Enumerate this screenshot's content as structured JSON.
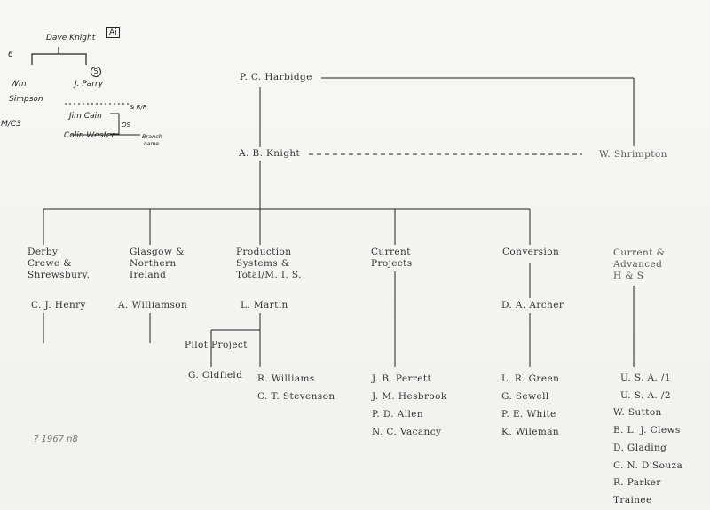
{
  "handwritten": {
    "top_name": "Dave Knight",
    "box_code": "Ai",
    "left_num": "6",
    "right_num": "5",
    "left_name_1": "Wm",
    "left_name_2": "Simpson",
    "right_name": "J. Parry",
    "margin_ref": "M/C3",
    "mid_name": "Jim Cain",
    "mid_tag": "& R/R",
    "mid_os": "OS",
    "low_name": "Colin Wester",
    "low_tag_1": "Branch",
    "low_tag_2": "name",
    "date_note": "? 1967 n8"
  },
  "top": {
    "harbidge": "P. C. Harbidge",
    "knight": "A. B. Knight",
    "shrimpton": "W. Shrimpton"
  },
  "divisions": [
    {
      "title": [
        "Derby",
        "Crewe &",
        "Shrewsbury."
      ],
      "head": "C. J. Henry"
    },
    {
      "title": [
        "Glasgow &",
        "Northern",
        "Ireland"
      ],
      "head": "A. Williamson"
    },
    {
      "title": [
        "Production",
        "Systems &",
        "Total/M. I. S."
      ],
      "head": "L. Martin"
    },
    {
      "title": [
        "Current",
        "Projects"
      ],
      "head": ""
    },
    {
      "title": [
        "Conversion"
      ],
      "head": "D. A. Archer"
    },
    {
      "title": [
        "Current &",
        "Advanced",
        "H & S"
      ],
      "head": ""
    }
  ],
  "pilot_project": "Pilot Project",
  "oldfield": "G. Oldfield",
  "production_staff": [
    "R. Williams",
    "C. T. Stevenson"
  ],
  "current_projects_staff": [
    "J. B. Perrett",
    "J. M. Hesbrook",
    "P. D. Allen",
    "N. C. Vacancy"
  ],
  "conversion_staff": [
    "L. R. Green",
    "G. Sewell",
    "P. E. White",
    "K. Wileman"
  ],
  "hs_staff": [
    "U. S. A. /1",
    "U. S. A. /2",
    "W. Sutton",
    "B. L. J. Clews",
    "D. Glading",
    "C. N. D'Souza",
    "R. Parker",
    "Trainee"
  ]
}
